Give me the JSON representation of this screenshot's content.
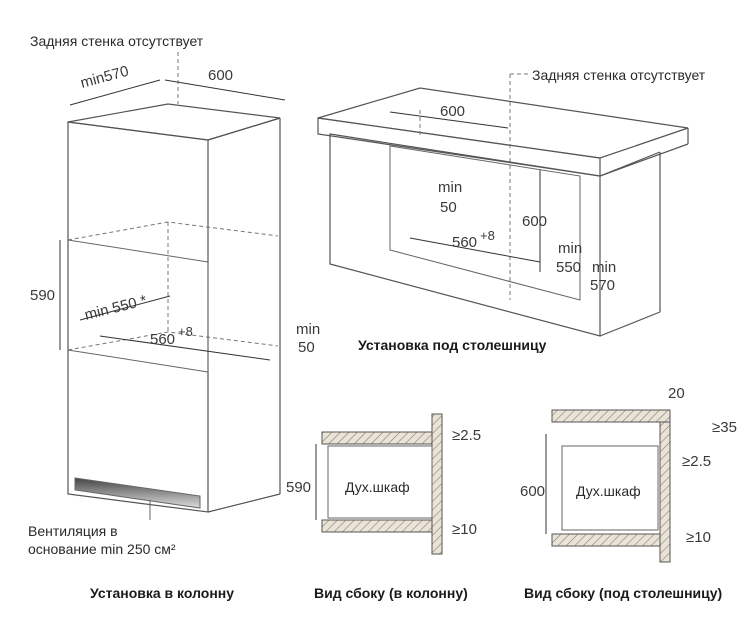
{
  "labels": {
    "back_wall_left": "Задняя стенка отсутствует",
    "back_wall_right": "Задняя стенка отсутствует",
    "ventilation_line1": "Вентиляция в",
    "ventilation_line2": "основание min 250 см²",
    "oven_label_1": "Дух.шкаф",
    "oven_label_2": "Дух.шкаф"
  },
  "captions": {
    "column_install": "Установка в колонну",
    "under_counter_install": "Установка под столешницу",
    "side_view_column": "Вид сбоку (в колонну)",
    "side_view_counter": "Вид сбоку (под столешницу)"
  },
  "dimensions": {
    "column": {
      "depth_min": "min570",
      "width": "600",
      "height": "590",
      "depth_min_inner": "min 550 *",
      "width_inner": "560",
      "width_inner_tol": "+8",
      "gap_min": "min",
      "gap_value": "50"
    },
    "counter": {
      "width": "600",
      "gap_min": "min",
      "gap_value": "50",
      "height": "600",
      "width_inner": "560",
      "width_inner_tol": "+8",
      "depth_min_a": "min",
      "depth_a": "550",
      "depth_min_b": "min",
      "depth_b": "570"
    },
    "side_column": {
      "height": "590",
      "top_gap": "≥2.5",
      "bottom_gap": "≥10"
    },
    "side_counter": {
      "offset": "20",
      "top_gap_a": "≥35",
      "top_gap_b": "≥2.5",
      "height": "600",
      "bottom_gap": "≥10"
    }
  }
}
